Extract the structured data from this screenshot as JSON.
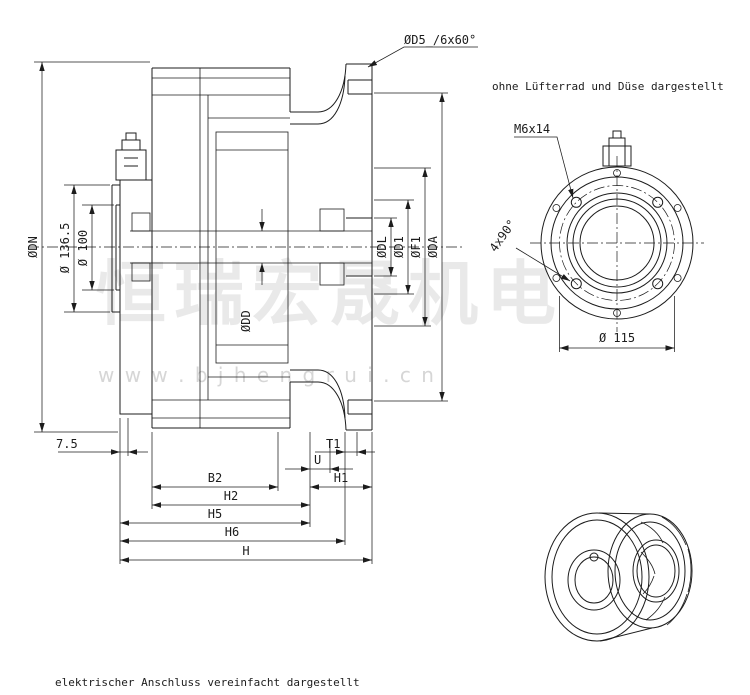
{
  "page": {
    "background": "#ffffff",
    "line_color": "#1c1c1c",
    "watermark_color": "#d8d8d8"
  },
  "notes": {
    "top_right": "ohne Lüfterrad und Düse dargestellt",
    "bottom_left": "elektrischer Anschluss vereinfacht dargestellt"
  },
  "main_view": {
    "dims": {
      "d5": "ØD5_/6x60°",
      "dn": "ØDN",
      "d136_5": "Ø 136.5",
      "d100": "Ø 100",
      "dd": "ØDD",
      "dl": "ØDL",
      "d1": "ØD1",
      "f1": "ØF1",
      "da": "ØDA",
      "plate": "7.5",
      "t1": "T1",
      "u": "U",
      "b2": "B2",
      "h1": "H1",
      "h2": "H2",
      "h5": "H5",
      "h6": "H6",
      "h": "H"
    }
  },
  "flange_view": {
    "thread": "M6x14",
    "pattern": "4x90°",
    "bolt_circle": "Ø 115"
  },
  "watermark": {
    "text_cn": "恒瑞宏晟机电",
    "text_url": "w w w . b j h e n g r u i . c n"
  }
}
